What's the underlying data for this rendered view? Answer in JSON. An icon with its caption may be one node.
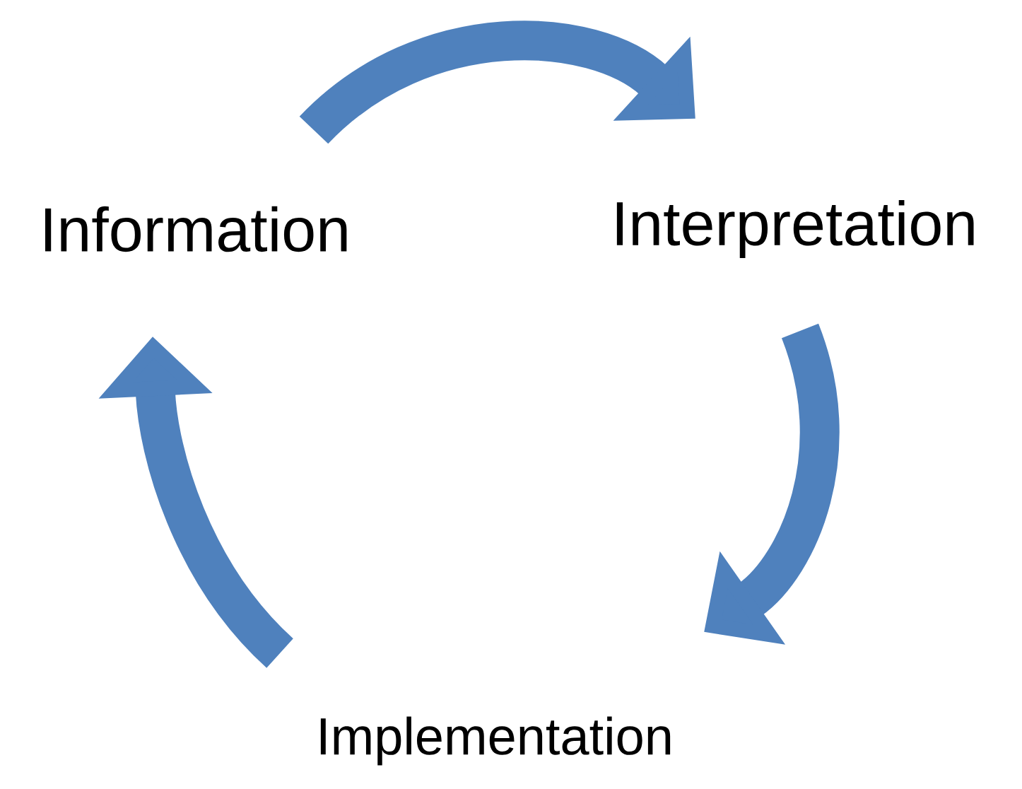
{
  "diagram": {
    "nodes": [
      {
        "text": [
          "Information"
        ]
      },
      {
        "text": [
          "Interpretation"
        ]
      },
      {
        "text": [
          "Implementation"
        ]
      }
    ],
    "edges": [
      {
        "from": 0,
        "to": 1,
        "arrow": "to"
      },
      {
        "from": 1,
        "to": 2,
        "arrow": "to"
      },
      {
        "from": 2,
        "to": 0,
        "arrow": "to"
      }
    ]
  }
}
